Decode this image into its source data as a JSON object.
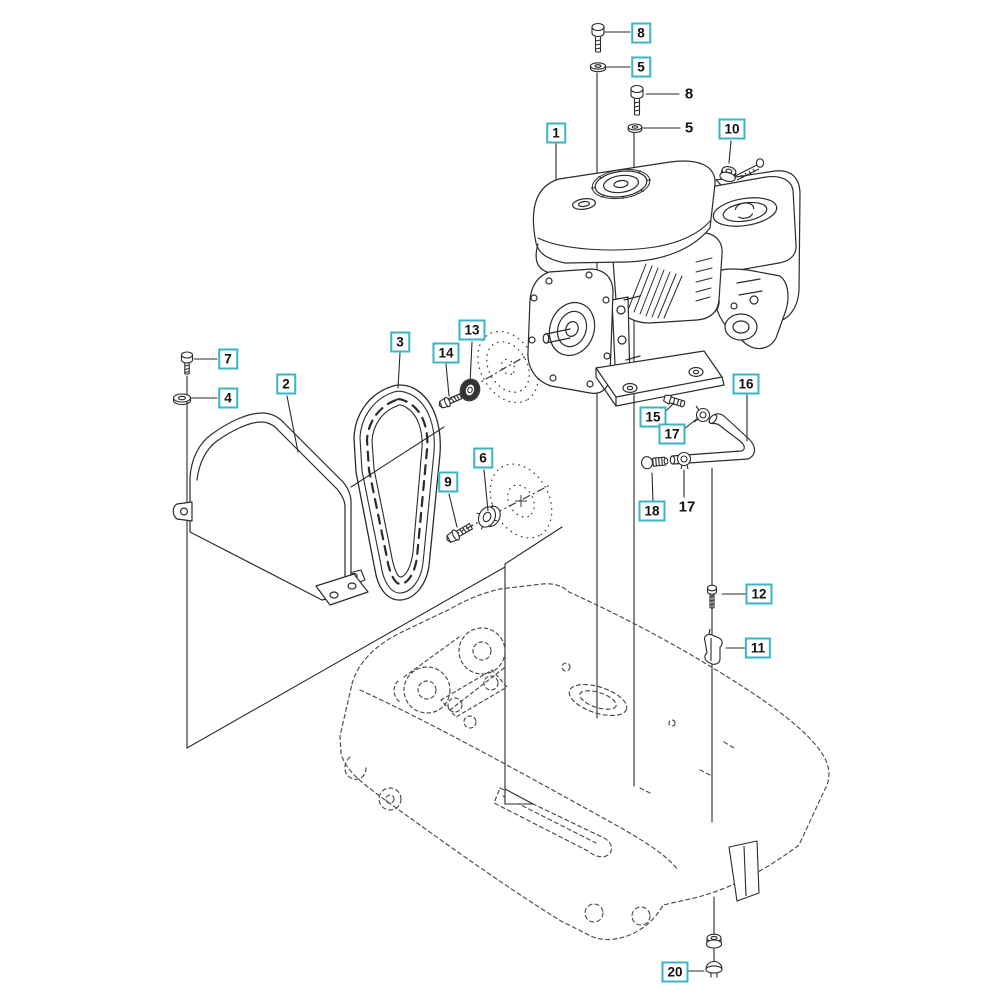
{
  "theme": {
    "accent_box_border": "#38b6c5",
    "line_color": "#2b2b2b",
    "phantom_line_color": "#4a4a4a",
    "background": "#ffffff",
    "callout_text_color": "#111111"
  },
  "callouts": [
    {
      "id": "callout-8-top",
      "text": "8",
      "boxed": true
    },
    {
      "id": "callout-5-top",
      "text": "5",
      "boxed": true
    },
    {
      "id": "callout-8-mid",
      "text": "8",
      "boxed": false
    },
    {
      "id": "callout-5-mid",
      "text": "5",
      "boxed": false
    },
    {
      "id": "callout-1",
      "text": "1",
      "boxed": true
    },
    {
      "id": "callout-10",
      "text": "10",
      "boxed": true
    },
    {
      "id": "callout-7",
      "text": "7",
      "boxed": true
    },
    {
      "id": "callout-4",
      "text": "4",
      "boxed": true
    },
    {
      "id": "callout-2",
      "text": "2",
      "boxed": true
    },
    {
      "id": "callout-3",
      "text": "3",
      "boxed": true
    },
    {
      "id": "callout-13",
      "text": "13",
      "boxed": true
    },
    {
      "id": "callout-14",
      "text": "14",
      "boxed": true
    },
    {
      "id": "callout-6",
      "text": "6",
      "boxed": true
    },
    {
      "id": "callout-9",
      "text": "9",
      "boxed": true
    },
    {
      "id": "callout-15",
      "text": "15",
      "boxed": true
    },
    {
      "id": "callout-16",
      "text": "16",
      "boxed": true
    },
    {
      "id": "callout-17-upper",
      "text": "17",
      "boxed": true
    },
    {
      "id": "callout-17-lower",
      "text": "17",
      "boxed": false
    },
    {
      "id": "callout-18",
      "text": "18",
      "boxed": true
    },
    {
      "id": "callout-12",
      "text": "12",
      "boxed": true
    },
    {
      "id": "callout-11",
      "text": "11",
      "boxed": true
    },
    {
      "id": "callout-20",
      "text": "20",
      "boxed": true
    }
  ]
}
